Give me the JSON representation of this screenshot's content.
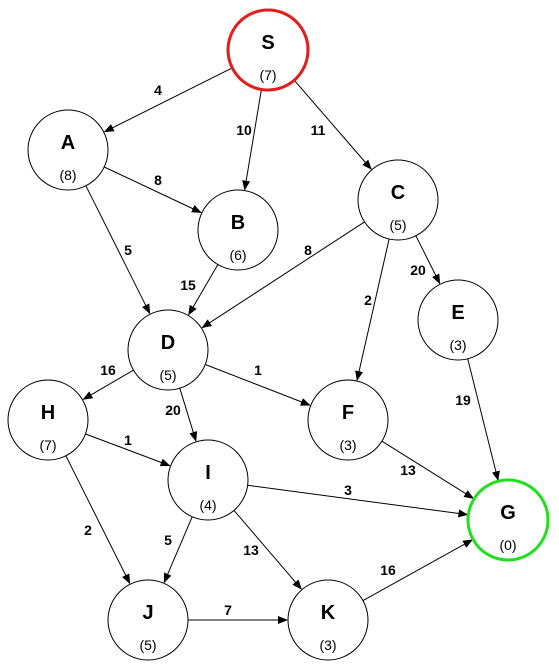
{
  "nodes": [
    {
      "id": "S",
      "label": "S",
      "heuristic": "(7)",
      "role": "start"
    },
    {
      "id": "A",
      "label": "A",
      "heuristic": "(8)",
      "role": "normal"
    },
    {
      "id": "B",
      "label": "B",
      "heuristic": "(6)",
      "role": "normal"
    },
    {
      "id": "C",
      "label": "C",
      "heuristic": "(5)",
      "role": "normal"
    },
    {
      "id": "D",
      "label": "D",
      "heuristic": "(5)",
      "role": "normal"
    },
    {
      "id": "E",
      "label": "E",
      "heuristic": "(3)",
      "role": "normal"
    },
    {
      "id": "F",
      "label": "F",
      "heuristic": "(3)",
      "role": "normal"
    },
    {
      "id": "G",
      "label": "G",
      "heuristic": "(0)",
      "role": "goal"
    },
    {
      "id": "H",
      "label": "H",
      "heuristic": "(7)",
      "role": "normal"
    },
    {
      "id": "I",
      "label": "I",
      "heuristic": "(4)",
      "role": "normal"
    },
    {
      "id": "J",
      "label": "J",
      "heuristic": "(5)",
      "role": "normal"
    },
    {
      "id": "K",
      "label": "K",
      "heuristic": "(3)",
      "role": "normal"
    }
  ],
  "edges": [
    {
      "from": "S",
      "to": "A",
      "weight": "4"
    },
    {
      "from": "S",
      "to": "B",
      "weight": "10"
    },
    {
      "from": "S",
      "to": "C",
      "weight": "11"
    },
    {
      "from": "A",
      "to": "B",
      "weight": "8"
    },
    {
      "from": "A",
      "to": "D",
      "weight": "5"
    },
    {
      "from": "B",
      "to": "D",
      "weight": "15"
    },
    {
      "from": "C",
      "to": "D",
      "weight": "8"
    },
    {
      "from": "C",
      "to": "F",
      "weight": "2"
    },
    {
      "from": "C",
      "to": "E",
      "weight": "20"
    },
    {
      "from": "D",
      "to": "H",
      "weight": "16"
    },
    {
      "from": "D",
      "to": "I",
      "weight": "20"
    },
    {
      "from": "D",
      "to": "F",
      "weight": "1"
    },
    {
      "from": "E",
      "to": "G",
      "weight": "19"
    },
    {
      "from": "F",
      "to": "G",
      "weight": "13"
    },
    {
      "from": "H",
      "to": "I",
      "weight": "1"
    },
    {
      "from": "H",
      "to": "J",
      "weight": "2"
    },
    {
      "from": "I",
      "to": "G",
      "weight": "3"
    },
    {
      "from": "I",
      "to": "J",
      "weight": "5"
    },
    {
      "from": "I",
      "to": "K",
      "weight": "13"
    },
    {
      "from": "J",
      "to": "K",
      "weight": "7"
    },
    {
      "from": "K",
      "to": "G",
      "weight": "16"
    }
  ],
  "colors": {
    "start_border": "#e51c1c",
    "goal_border": "#22e01f",
    "node_border": "#000000",
    "edge": "#000000"
  }
}
